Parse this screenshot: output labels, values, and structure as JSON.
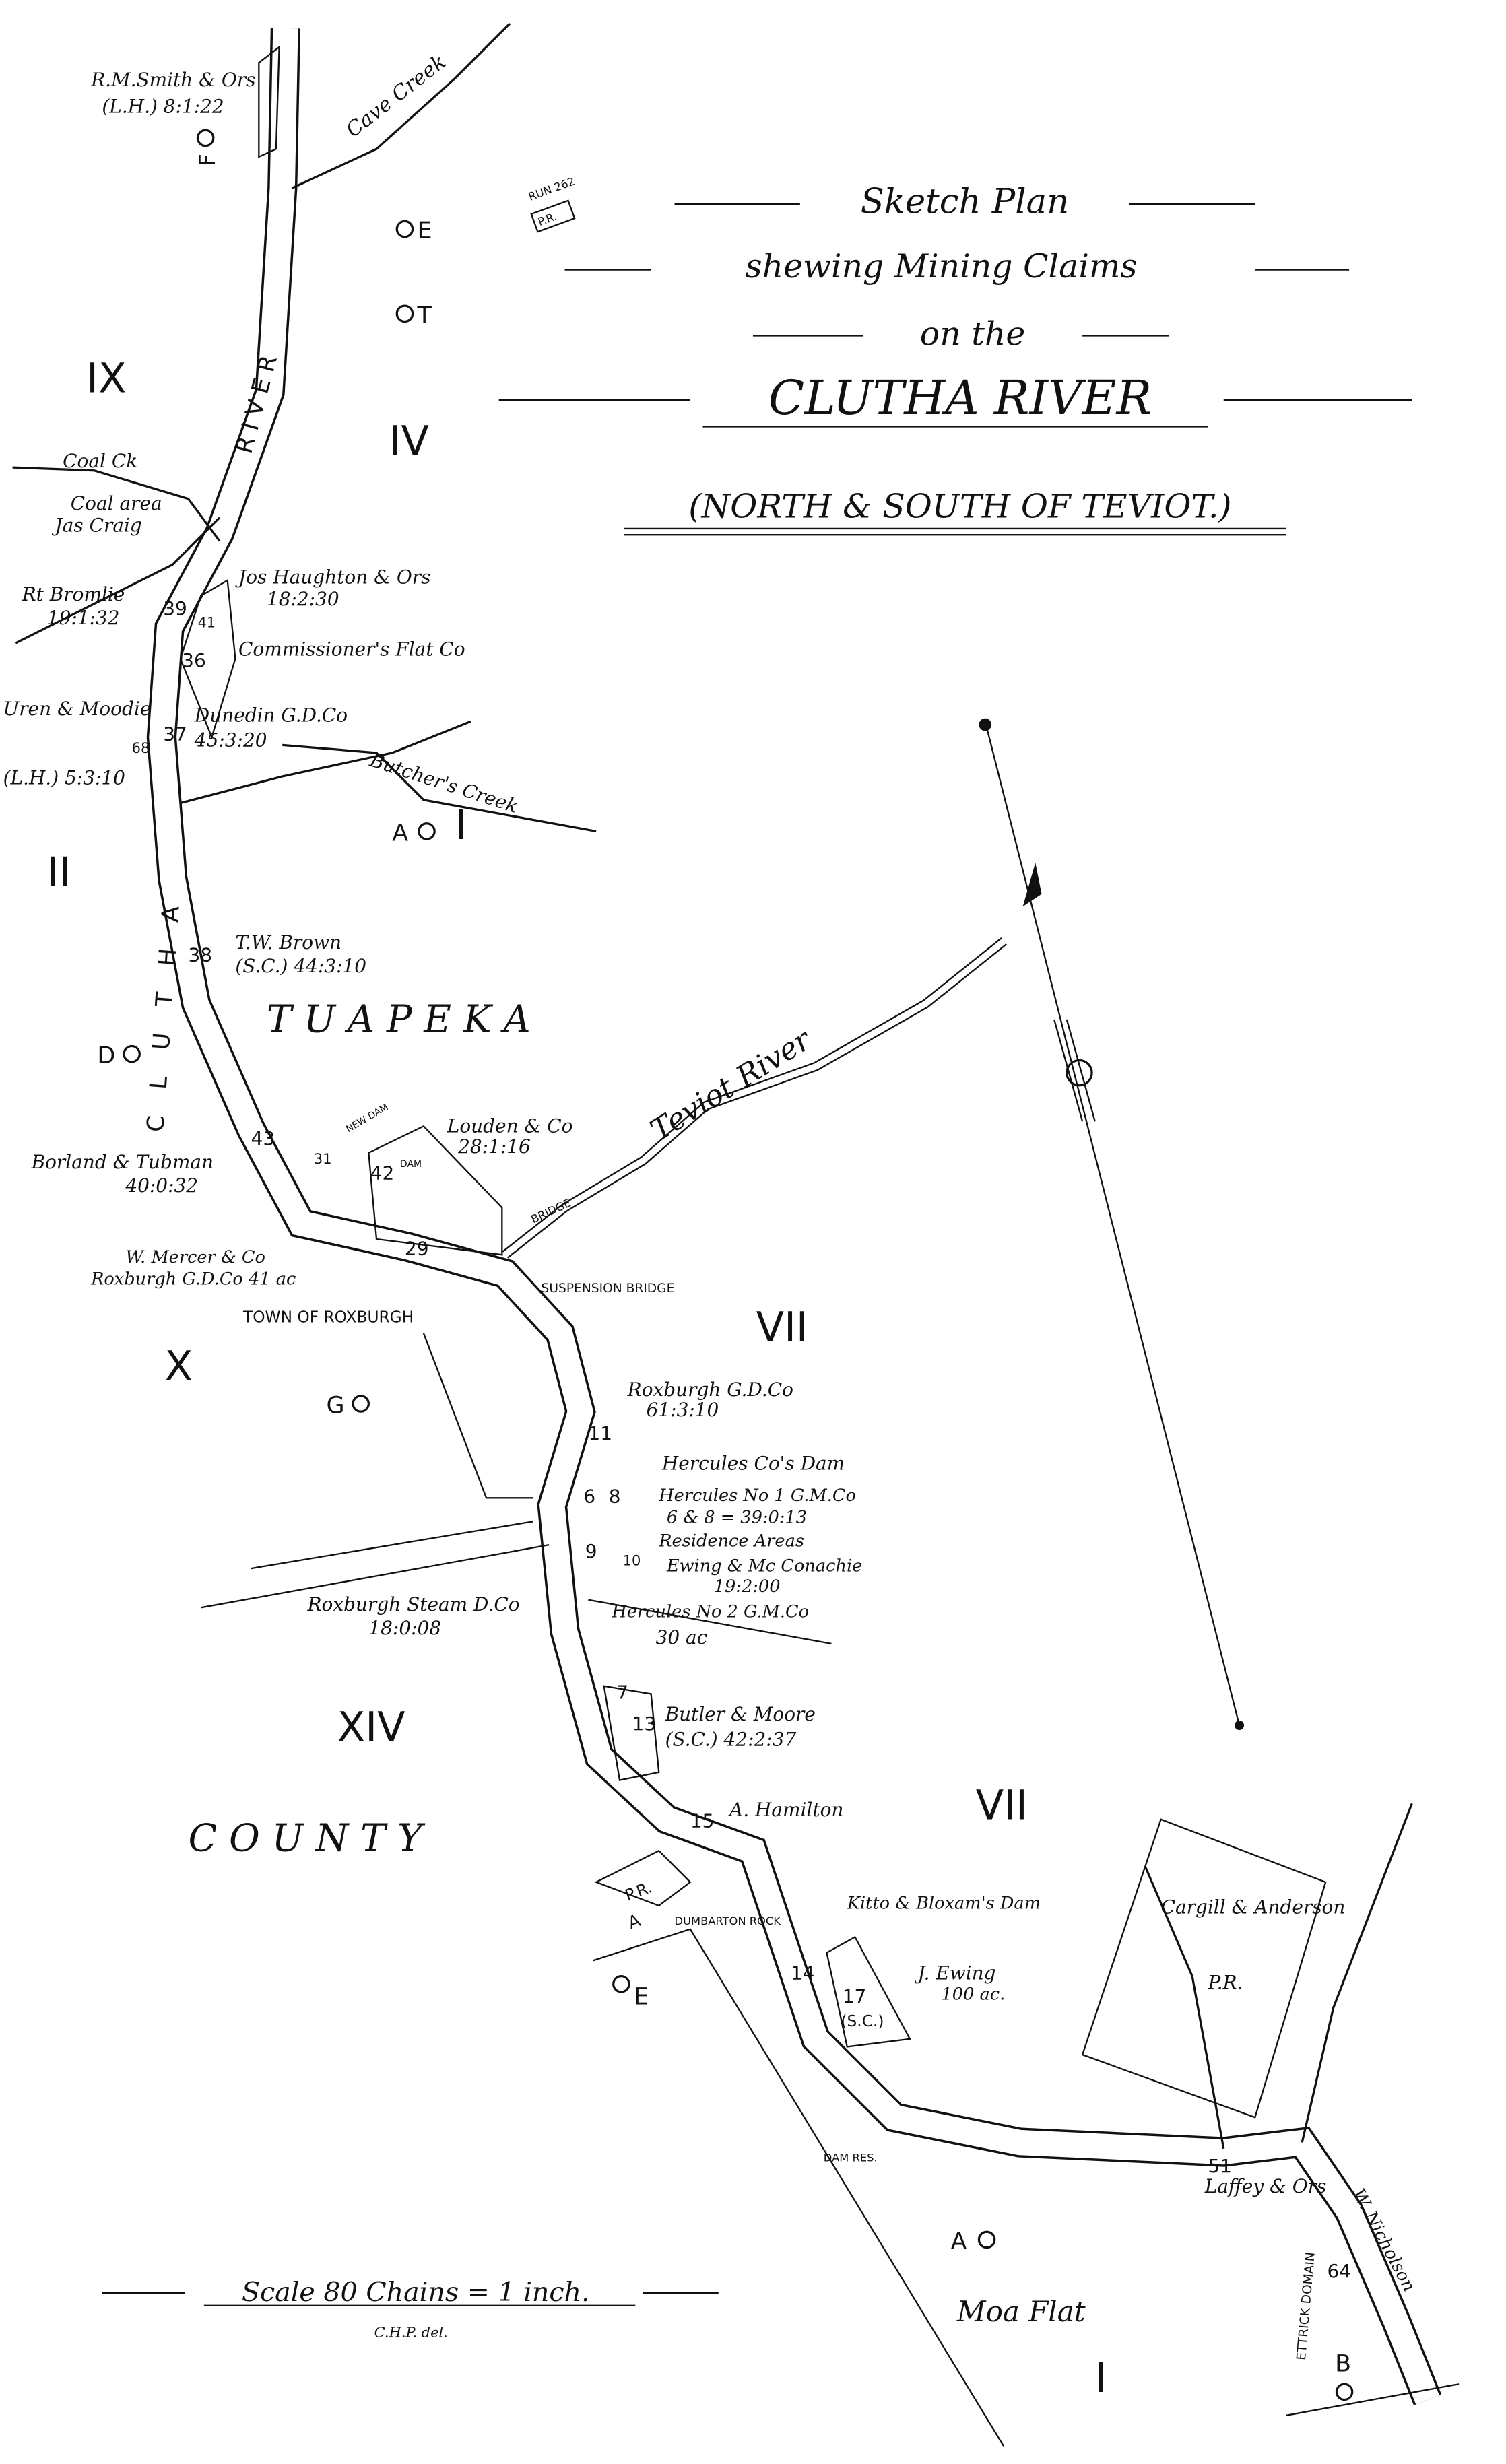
{
  "title": {
    "line1": "Sketch Plan",
    "line2": "shewing Mining Claims",
    "line3": "on the",
    "line4": "CLUTHA RIVER",
    "line5": "(NORTH & SOUTH OF TEVIOT.)"
  },
  "districts": [
    "IX",
    "IV",
    "II",
    "I",
    "X",
    "VII",
    "XIV",
    "VII",
    "I"
  ],
  "regions": {
    "tuapeka": "T U A P E K A",
    "county": "C O U N T Y",
    "moa_flat": "Moa Flat",
    "clutha_vert": "C L U T H A",
    "river_vert": "R I V E R"
  },
  "waterways": {
    "cave_creek": "Cave Creek",
    "coal_ck": "Coal Ck",
    "butchers_creek": "Butcher's Creek",
    "teviot_river": "Teviot River"
  },
  "trig": [
    "F",
    "E",
    "T",
    "A",
    "D",
    "G",
    "E",
    "A",
    "B"
  ],
  "claims": [
    {
      "name": "R.M.Smith & Ors",
      "detail": "(L.H.) 8:1:22"
    },
    {
      "name": "Coal area",
      "detail": "Jas Craig"
    },
    {
      "name": "Rt Bromlie",
      "detail": "19:1:32"
    },
    {
      "name": "Jos Haughton & Ors",
      "detail": "18:2:30"
    },
    {
      "name": "Commissioner's Flat Co",
      "detail": ""
    },
    {
      "name": "Dunedin G.D.Co",
      "detail": "45:3:20"
    },
    {
      "name": "Uren & Moodie",
      "detail": "(L.H.) 5:3:10"
    },
    {
      "name": "T.W. Brown",
      "detail": "(S.C.) 44:3:10"
    },
    {
      "name": "Louden & Co",
      "detail": "28:1:16"
    },
    {
      "name": "Borland & Tubman",
      "detail": "40:0:32"
    },
    {
      "name": "W. Mercer & Co",
      "detail": "Roxburgh G.D.Co 41 ac"
    },
    {
      "name": "Roxburgh G.D.Co",
      "detail": "61:3:10"
    },
    {
      "name": "Hercules Co's Dam",
      "detail": ""
    },
    {
      "name": "Hercules No 1 G.M.Co",
      "detail": "6 & 8 = 39:0:13"
    },
    {
      "name": "Residence Areas",
      "detail": ""
    },
    {
      "name": "Ewing & Mc Conachie",
      "detail": "19:2:00"
    },
    {
      "name": "Hercules No 2 G.M.Co",
      "detail": "30 ac"
    },
    {
      "name": "Roxburgh Steam D.Co",
      "detail": "18:0:08"
    },
    {
      "name": "Butler & Moore",
      "detail": "(S.C.) 42:2:37"
    },
    {
      "name": "A. Hamilton",
      "detail": ""
    },
    {
      "name": "Kitto & Bloxam's Dam",
      "detail": ""
    },
    {
      "name": "J. Ewing",
      "detail": "100 ac."
    },
    {
      "name": "Cargill & Anderson",
      "detail": "P.R."
    },
    {
      "name": "Laffey & Ors",
      "detail": ""
    },
    {
      "name": "W. Nicholson",
      "detail": ""
    }
  ],
  "numbers": [
    "39",
    "41",
    "36",
    "37",
    "68",
    "38",
    "43",
    "31",
    "42",
    "29",
    "11",
    "6",
    "8",
    "9",
    "10",
    "7",
    "13",
    "15",
    "14",
    "17",
    "(S.C.)",
    "51",
    "64"
  ],
  "places": {
    "run": "RUN 262",
    "pr": "P.R.",
    "new_dam": "NEW DAM",
    "dam": "DAM",
    "bridge": "BRIDGE",
    "suspension": "SUSPENSION BRIDGE",
    "town": "TOWN OF ROXBURGH",
    "pra": "P.R.",
    "pra2": "A",
    "dumbarton": "DUMBARTON ROCK",
    "dam_res": "DAM RES.",
    "ettrick": "ETTRICK DOMAIN"
  },
  "footer": {
    "scale": "Scale 80 Chains = 1 inch.",
    "credit": "C.H.P. del."
  }
}
